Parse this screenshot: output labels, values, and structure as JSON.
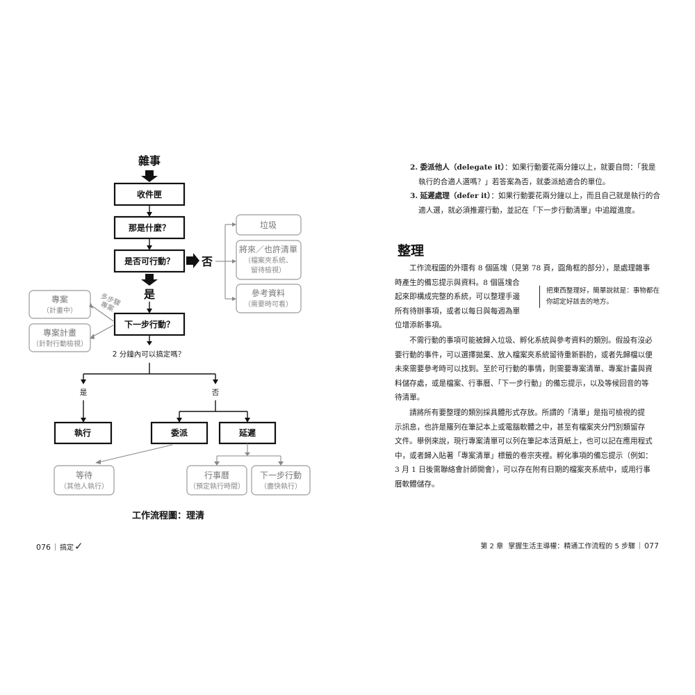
{
  "left_page": {
    "flowchart": {
      "top_label": "雜事",
      "inbox": "收件匣",
      "what_is_it": "那是什麼？",
      "actionable": "是否可行動？",
      "no_label": "否",
      "yes_label": "是",
      "trash": "垃圾",
      "someday_title": "將來／也許清單",
      "someday_sub1": "（檔案夾系統、",
      "someday_sub2": "留待檢視）",
      "reference_title": "參考資料",
      "reference_sub": "（需要時可看）",
      "project_title": "專案",
      "project_sub": "（計畫中）",
      "project_plan_title": "專案計畫",
      "project_plan_sub": "（針對行動檢視）",
      "multi_step_line1": "多步驟",
      "multi_step_line2": "專案",
      "next_action": "下一步行動？",
      "two_min_question": "2 分鐘內可以搞定嗎？",
      "branch_yes": "是",
      "branch_no": "否",
      "do_it": "執行",
      "delegate": "委派",
      "defer": "延遲",
      "waiting_title": "等待",
      "waiting_sub": "（其他人執行）",
      "calendar_title": "行事曆",
      "calendar_sub": "（預定執行時間）",
      "next_actions_title": "下一步行動",
      "next_actions_sub": "（盡快執行）"
    },
    "caption": "工作流程圖：理清",
    "footer": {
      "page_number": "076",
      "book_title": "搞定",
      "check_mark": "✓"
    }
  },
  "right_page": {
    "items": [
      {
        "num": "2.",
        "label": "委派他人（delegate it）",
        "text_line1": "：如果行動要花兩分鐘以上，就要自問：「我是",
        "text_line2": "執行的合適人選嗎？」若答案為否，就委派給適合的單位。"
      },
      {
        "num": "3.",
        "label": "延遲處理（defer it）",
        "text_line1": "：如果行動要花兩分鐘以上，而且自己就是執行的合",
        "text_line2": "適人選，就必須推遲行動，並記在「下一步行動清單」中追蹤進度。"
      }
    ],
    "section_title": "整理",
    "para1": [
      "工作流程圖的外環有 8 個區塊（見第 78 頁，圓角框的部分），是處理雜事",
      "時產生的備忘提示與資料。8 個區塊合",
      "起來即構成完整的系統，可以整理手邊",
      "所有待辦事項，或者以每日與每週為單",
      "位增添新事項。"
    ],
    "callout_line1": "把東西整理好，簡單說就是：事物都在",
    "callout_line2": "你認定好該去的地方。",
    "para2": [
      "不需行動的事項可能被歸入垃圾、孵化系統與參考資料的類別。假設有沒必",
      "要行動的事件，可以選擇拋棄、放入檔案夾系統留待重新斟酌，或者先歸檔以便",
      "未來需要參考時可以找到。至於可行動的事情，則需要專案清單、專案計畫與資",
      "料儲存處，或是檔案、行事曆、「下一步行動」的備忘提示，以及等候回音的等",
      "待清單。"
    ],
    "para3": [
      "請將所有要整理的類別採具體形式存放。所謂的「清單」是指可檢視的提",
      "示訊息，也許是羅列在筆記本上或電腦軟體之中，甚至有檔案夾分門別類留存",
      "文件。舉例來說，現行專案清單可以列在筆記本活頁紙上，也可以記在應用程式",
      "中，或者歸入貼著「專案清單」標籤的卷宗夾裡。孵化事項的備忘提示（例如：",
      "3 月 1 日後需聯絡會計師開會），可以存在附有日期的檔案夾系統中，或用行事",
      "曆軟體儲存。"
    ],
    "footer": {
      "chapter": "第 2 章",
      "chapter_title": "掌握生活主導權：精通工作流程的 5 步驟",
      "page_number": "077"
    }
  }
}
